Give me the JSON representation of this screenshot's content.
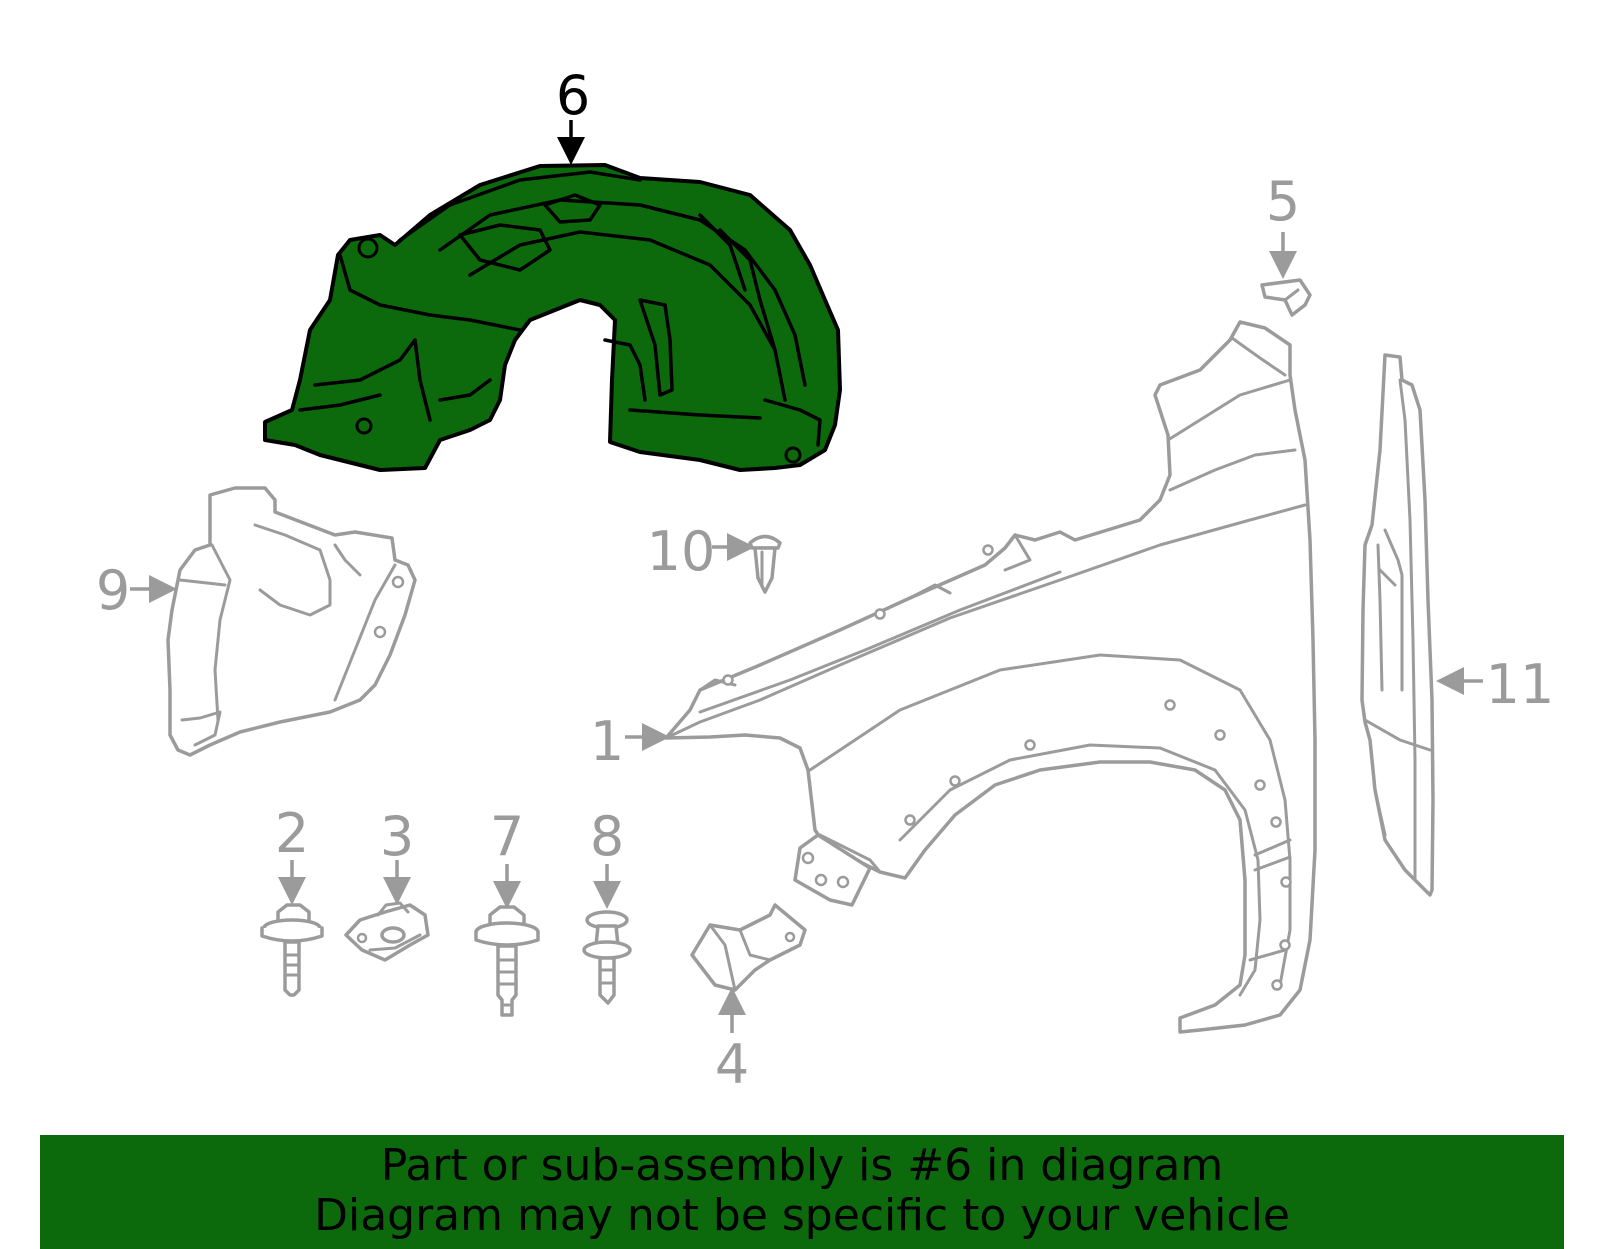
{
  "callouts": {
    "c1": "1",
    "c2": "2",
    "c3": "3",
    "c4": "4",
    "c5": "5",
    "c6": "6",
    "c7": "7",
    "c8": "8",
    "c9": "9",
    "c10": "10",
    "c11": "11"
  },
  "highlight": {
    "part_number": "6",
    "color": "#0c6a0c"
  },
  "banner": {
    "line1": "Part or sub-assembly is #6 in diagram",
    "line2": "Diagram may not be specific to your vehicle",
    "background": "#0c6a0c"
  }
}
